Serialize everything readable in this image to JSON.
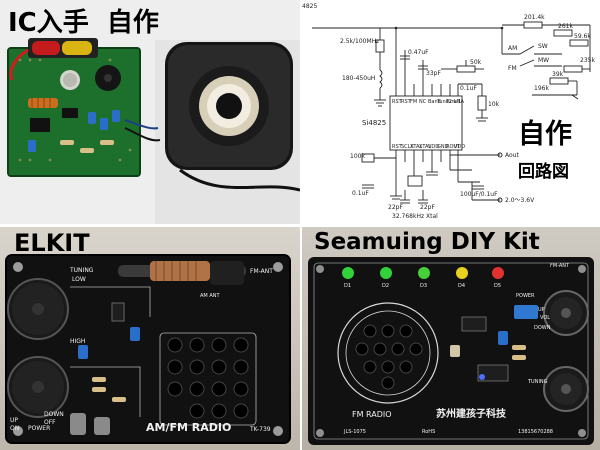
{
  "panels": {
    "ic_handmade": {
      "title": "IC入手",
      "subtitle": "自作"
    },
    "schematic": {
      "corner_label": "4825",
      "chip_name": "Si4825",
      "big_title": "自作",
      "caption": "回路図",
      "components": {
        "l1": "2.5k/100MHz",
        "l2": "180-450uH",
        "c1": "0.47uF",
        "c2": "33pF",
        "r_50k": "50k",
        "r_201k": "201.4k",
        "r_261k": "261k",
        "r_59k": "59.6k",
        "r_235k": "235k",
        "r_39k": "39k",
        "r_196k": "196k",
        "r_10k": "10k",
        "c_01": "0.1uF",
        "r_100k": "100k",
        "c_01b": "0.1uF",
        "c_22a": "22pF",
        "c_22b": "22pF",
        "c_100": "100uF/0.1uF",
        "crystal": "32.768kHz  Xtal",
        "aout": "Aout",
        "vcc": "2.0～3.6V",
        "sw_am": "AM",
        "sw_sw": "SW",
        "sw_fm": "FM",
        "sw_mw": "MW"
      }
    },
    "elkit": {
      "title": "ELKIT",
      "fm_ant": "FM-ANT",
      "am_ant": "AM ANT",
      "tuning": "TUNING",
      "low": "LOW",
      "high": "HIGH",
      "power": "POWER",
      "up_on": "UP",
      "on": "ON",
      "down": "DOWN",
      "off": "OFF",
      "brand_label": "AM/FM  RADIO",
      "model": "TK-739"
    },
    "seamuing": {
      "title": "Seamuing DIY Kit",
      "fm_ant": "FM-ANT",
      "fm_radio": "FM RADIO",
      "chinese_label": "苏州建孩子科技",
      "model": "JLS-1075",
      "rohs": "RoHS",
      "phone": "13815670288",
      "power": "POWER",
      "vol": "VOL",
      "up": "UP",
      "down": "DOWN",
      "tuning": "TUNING",
      "led_labels": [
        "D1",
        "D2",
        "D3",
        "D4",
        "D5"
      ]
    }
  }
}
